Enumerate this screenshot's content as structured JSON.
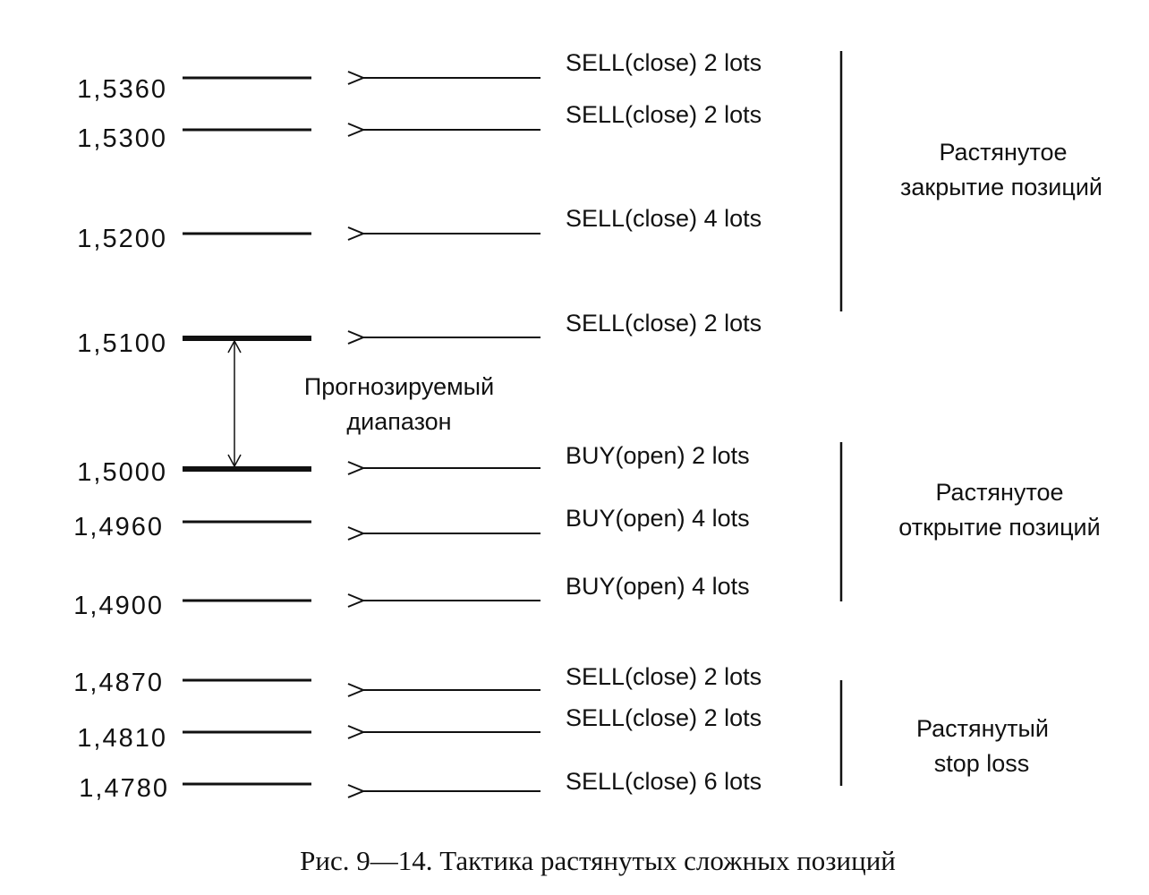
{
  "levels": [
    {
      "price": "1,5360",
      "order": "SELL(close) 2 lots",
      "major": false
    },
    {
      "price": "1,5300",
      "order": "SELL(close) 2 lots",
      "major": false
    },
    {
      "price": "1,5200",
      "order": "SELL(close) 4 lots",
      "major": false
    },
    {
      "price": "1,5100",
      "order": "SELL(close) 2 lots",
      "major": true
    },
    {
      "price": "1,5000",
      "order": "BUY(open) 2 lots",
      "major": true
    },
    {
      "price": "1,4960",
      "order": "BUY(open) 4 lots",
      "major": false
    },
    {
      "price": "1,4900",
      "order": "BUY(open) 4 lots",
      "major": false
    },
    {
      "price": "1,4870",
      "order": "SELL(close) 2 lots",
      "major": false
    },
    {
      "price": "1,4810",
      "order": "SELL(close) 2 lots",
      "major": false
    },
    {
      "price": "1,4780",
      "order": "SELL(close) 6 lots",
      "major": false
    }
  ],
  "range_label": {
    "line1": "Прогнозируемый",
    "line2": "диапазон"
  },
  "groups": [
    {
      "line1": "Растянутое",
      "line2": "закрытие позиций"
    },
    {
      "line1": "Растянутое",
      "line2": "открытие позиций"
    },
    {
      "line1": "Растянутый",
      "line2": "stop loss"
    }
  ],
  "caption": "Рис. 9—14.  Тактика растянутых сложных позиций"
}
